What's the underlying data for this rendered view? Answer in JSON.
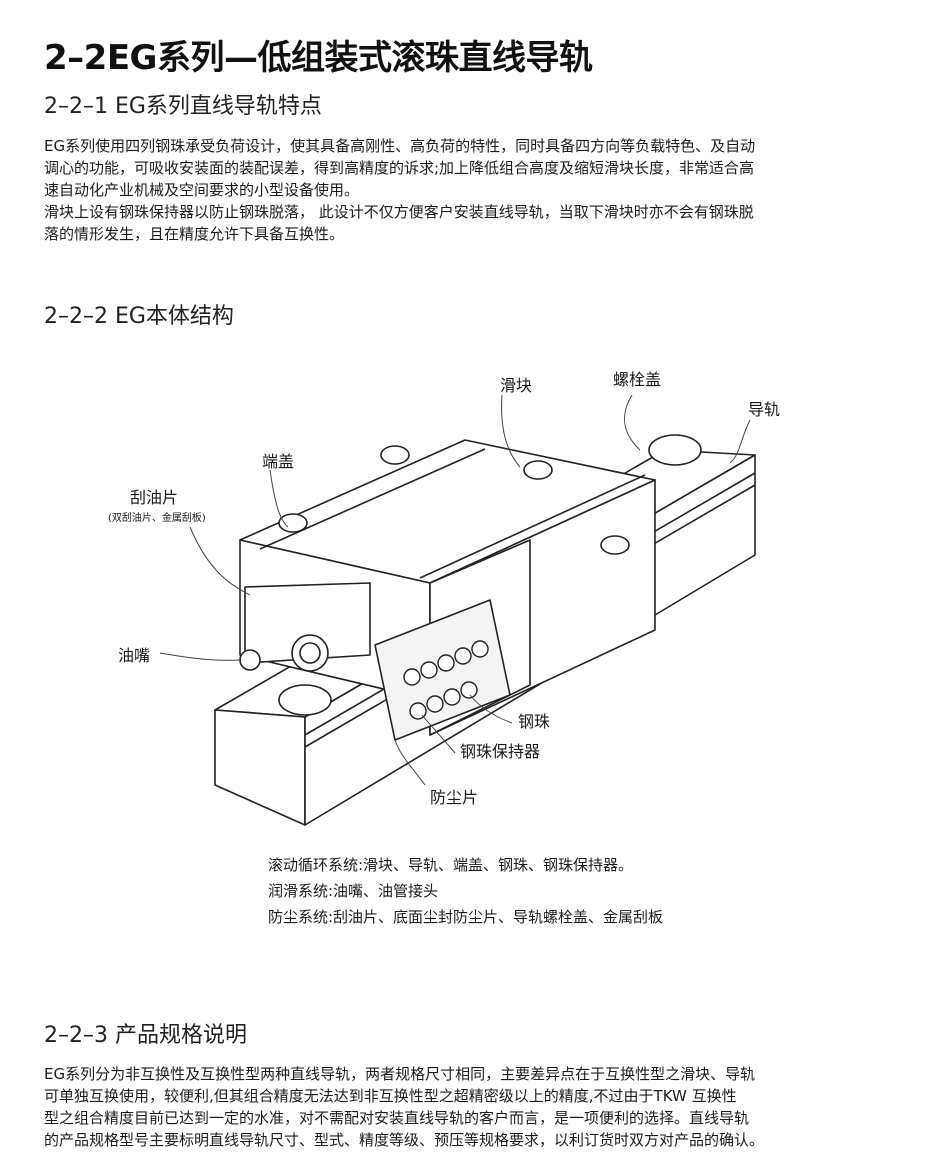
{
  "doc": {
    "title": "2–2EG系列—低组装式滚珠直线导轨",
    "section1": {
      "heading": "2–2–1 EG系列直线导轨特点",
      "lines": [
        "EG系列使用四列钢珠承受负荷设计，使其具备高刚性、高负荷的特性，同时具备四方向等负载特色、及自动",
        "调心的功能，可吸收安装面的装配误差，得到高精度的诉求;加上降低组合高度及缩短滑块长度，非常适合高",
        "速自动化产业机械及空间要求的小型设备使用。",
        "滑块上设有钢珠保持器以防止钢珠脱落，  此设计不仅方便客户安装直线导轨，当取下滑块时亦不会有钢珠脱",
        "落的情形发生，且在精度允许下具备互换性。"
      ]
    },
    "section2": {
      "heading": "2–2–2 EG本体结构",
      "labels": {
        "slider": "滑块",
        "bolt_cap": "螺栓盖",
        "rail": "导轨",
        "end_cap": "端盖",
        "scraper": "刮油片",
        "scraper_note": "(双刮油片、金属刮板)",
        "grease_nipple": "油嘴",
        "ball": "钢珠",
        "ball_retainer": "钢珠保持器",
        "dust_seal": "防尘片"
      },
      "systems": [
        "滚动循环系统:滑块、导轨、端盖、钢珠、钢珠保持器。",
        "润滑系统:油嘴、油管接头",
        "防尘系统:刮油片、底面尘封防尘片、导轨螺栓盖、金属刮板"
      ]
    },
    "section3": {
      "heading": "2–2–3 产品规格说明",
      "lines": [
        "EG系列分为非互换性及互换性型两种直线导轨，两者规格尺寸相同，主要差异点在于互换性型之滑块、导轨",
        "可单独互换使用，较便利,但其组合精度无法达到非互换性型之超精密级以上的精度,不过由于TKW 互换性",
        "型之组合精度目前已达到一定的水准，对不需配对安装直线导轨的客户而言，是一项便利的选择。直线导轨",
        "的产品规格型号主要标明直线导轨尺寸、型式、精度等级、预压等规格要求，以利订货时双方对产品的确认。"
      ]
    }
  }
}
